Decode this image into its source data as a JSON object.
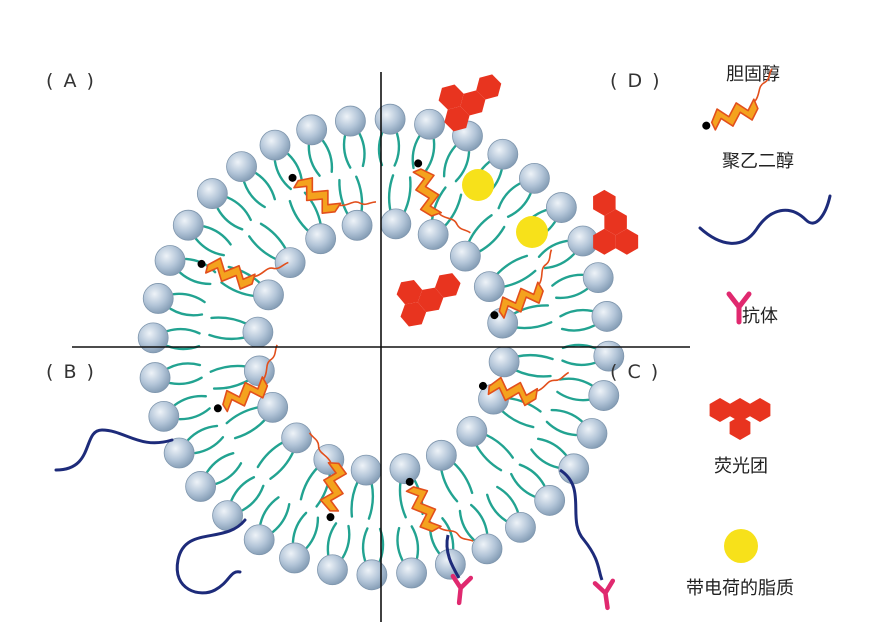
{
  "diagram": {
    "quadrants": [
      {
        "id": "A",
        "label": "( A )"
      },
      {
        "id": "B",
        "label": "( B )"
      },
      {
        "id": "C",
        "label": "( C )"
      },
      {
        "id": "D",
        "label": "( D )"
      }
    ]
  },
  "legend": {
    "cholesterol": "胆固醇",
    "peg": "聚乙二醇",
    "antibody": "抗体",
    "fluorophore": "荧光团",
    "charged_lipid": "带电荷的脂质"
  },
  "colors": {
    "lipid_head": "#a9bdd2",
    "lipid_head_edge": "#7f96ad",
    "lipid_tail": "#22a391",
    "cholesterol": "#f4a21e",
    "cholesterol_edge": "#e24f1c",
    "peg": "#1d2b7a",
    "antibody": "#e0296f",
    "fluorophore": "#e8341f",
    "charged_lipid": "#f7e11a",
    "axis": "#111111"
  }
}
